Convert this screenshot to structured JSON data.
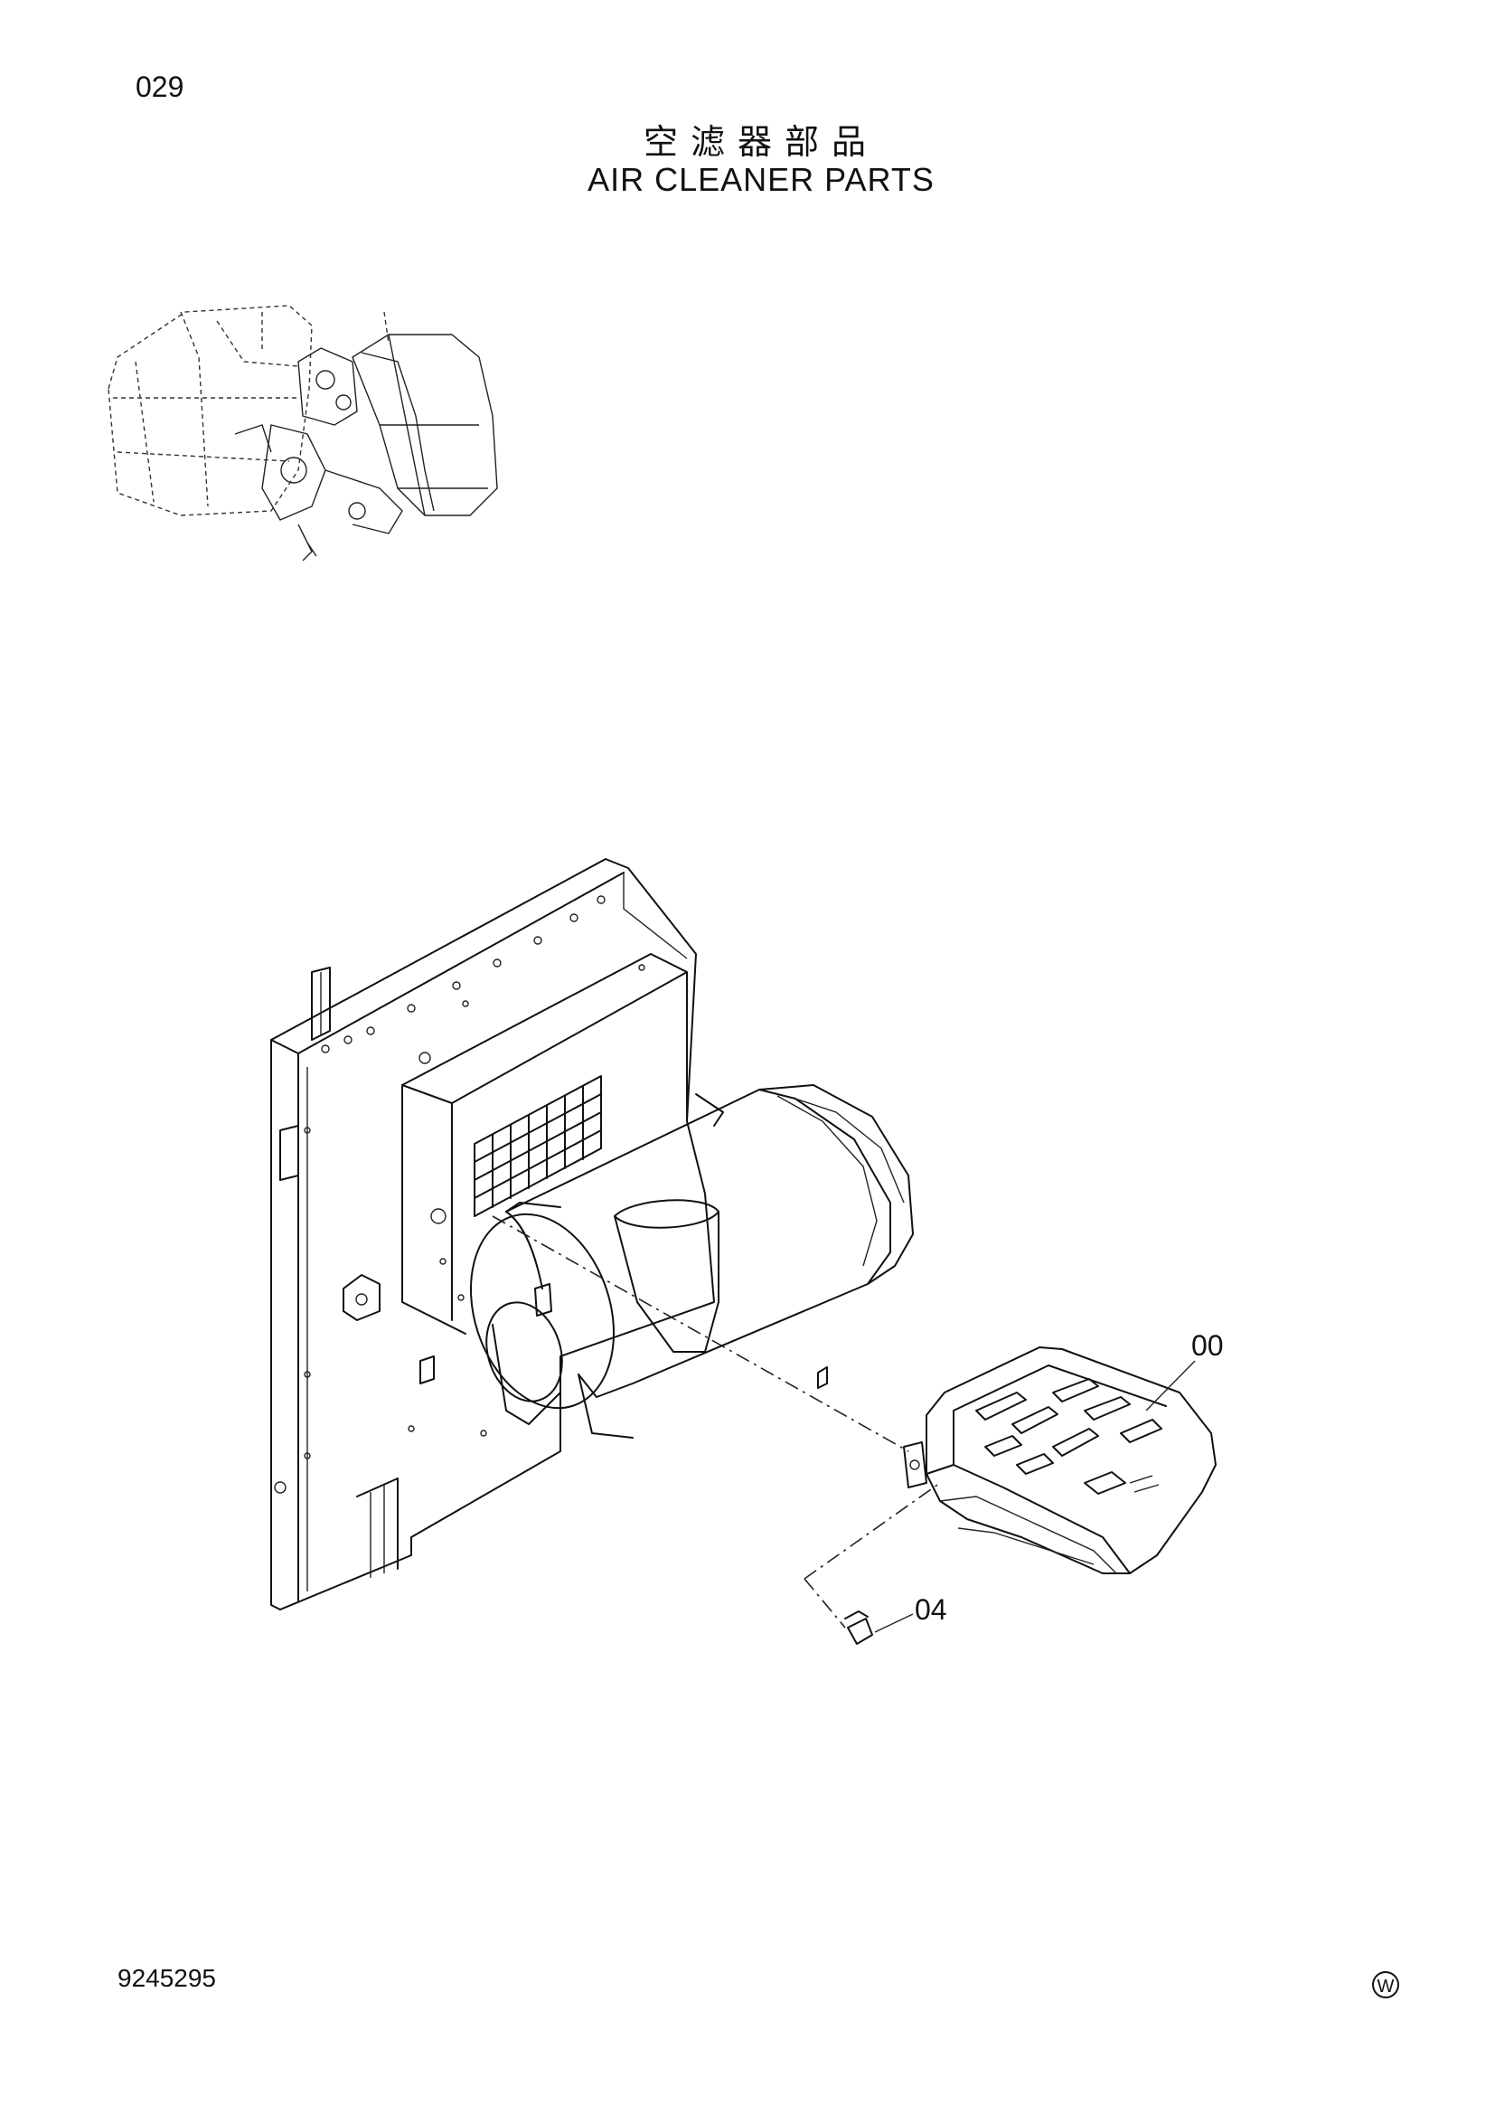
{
  "page": {
    "page_number": "029",
    "title_cn": "空滤器部品",
    "title_en": "AIR CLEANER PARTS",
    "document_number": "9245295",
    "mark": "W"
  },
  "callouts": [
    {
      "id": "00"
    },
    {
      "id": "04"
    }
  ]
}
